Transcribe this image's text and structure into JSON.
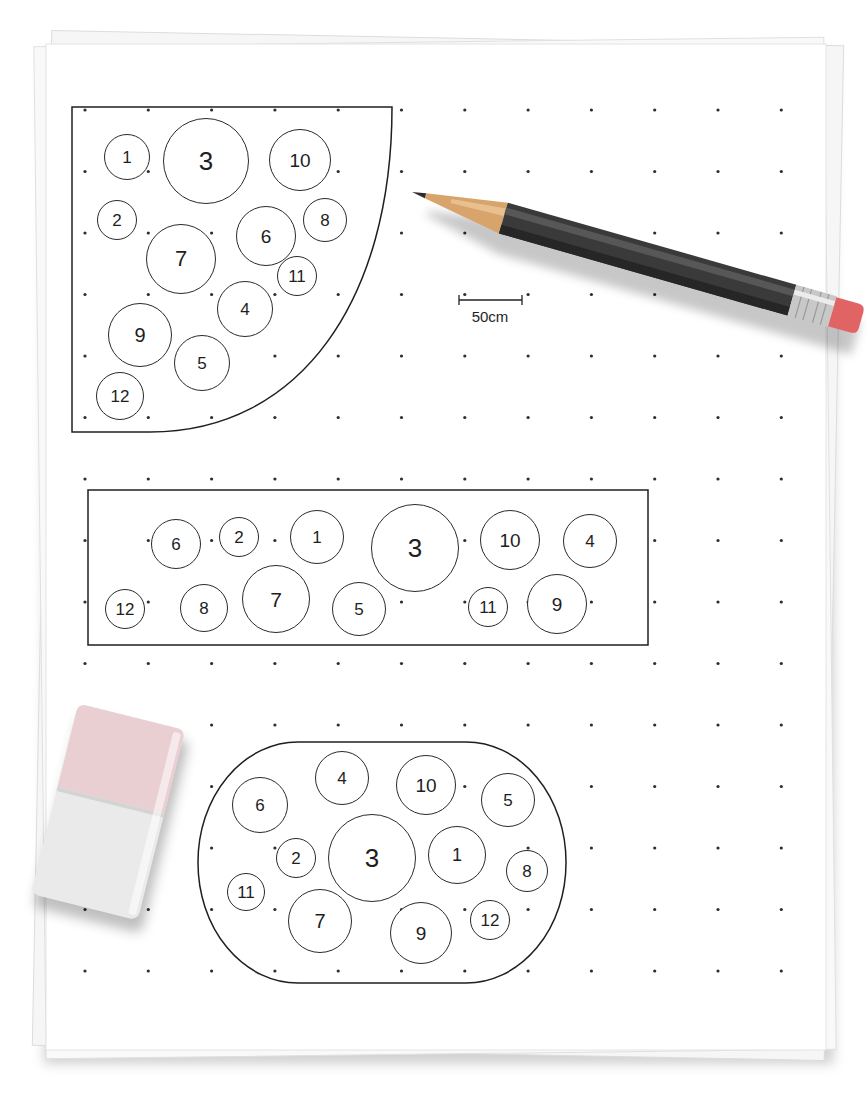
{
  "diagram": {
    "nodes": [
      {
        "text": []
      },
      {
        "text": [
          "1"
        ],
        "in": 0
      },
      {
        "text": [
          "3"
        ],
        "in": 0
      },
      {
        "text": [
          "10"
        ],
        "in": 0
      },
      {
        "text": [
          "2"
        ],
        "in": 0
      },
      {
        "text": [
          "8"
        ],
        "in": 0
      },
      {
        "text": [
          "6"
        ],
        "in": 0
      },
      {
        "text": [
          "7"
        ],
        "in": 0
      },
      {
        "text": [
          "11"
        ],
        "in": 0
      },
      {
        "text": [
          "4"
        ],
        "in": 0
      },
      {
        "text": [
          "9"
        ],
        "in": 0
      },
      {
        "text": [
          "5"
        ],
        "in": 0
      },
      {
        "text": [
          "12"
        ],
        "in": 0
      },
      {
        "text": []
      },
      {
        "text": [
          "6"
        ],
        "in": 13
      },
      {
        "text": [
          "2"
        ],
        "in": 13
      },
      {
        "text": [
          "1"
        ],
        "in": 13
      },
      {
        "text": [
          "3"
        ],
        "in": 13
      },
      {
        "text": [
          "10"
        ],
        "in": 13
      },
      {
        "text": [
          "4"
        ],
        "in": 13
      },
      {
        "text": [
          "12"
        ],
        "in": 13
      },
      {
        "text": [
          "8"
        ],
        "in": 13
      },
      {
        "text": [
          "7"
        ],
        "in": 13
      },
      {
        "text": [
          "5"
        ],
        "in": 13
      },
      {
        "text": [
          "11"
        ],
        "in": 13
      },
      {
        "text": [
          "9"
        ],
        "in": 13
      },
      {
        "text": []
      },
      {
        "text": [
          "4"
        ],
        "in": 26
      },
      {
        "text": [
          "10"
        ],
        "in": 26
      },
      {
        "text": [
          "6"
        ],
        "in": 26
      },
      {
        "text": [
          "5"
        ],
        "in": 26
      },
      {
        "text": [
          "2"
        ],
        "in": 26
      },
      {
        "text": [
          "3"
        ],
        "in": 26
      },
      {
        "text": [
          "1"
        ],
        "in": 26
      },
      {
        "text": [
          "8"
        ],
        "in": 26
      },
      {
        "text": [
          "11"
        ],
        "in": 26
      },
      {
        "text": [
          "7"
        ],
        "in": 26
      },
      {
        "text": [
          "9"
        ],
        "in": 26
      },
      {
        "text": [
          "12"
        ],
        "in": 26
      }
    ],
    "labels": [
      "50cm"
    ]
  }
}
